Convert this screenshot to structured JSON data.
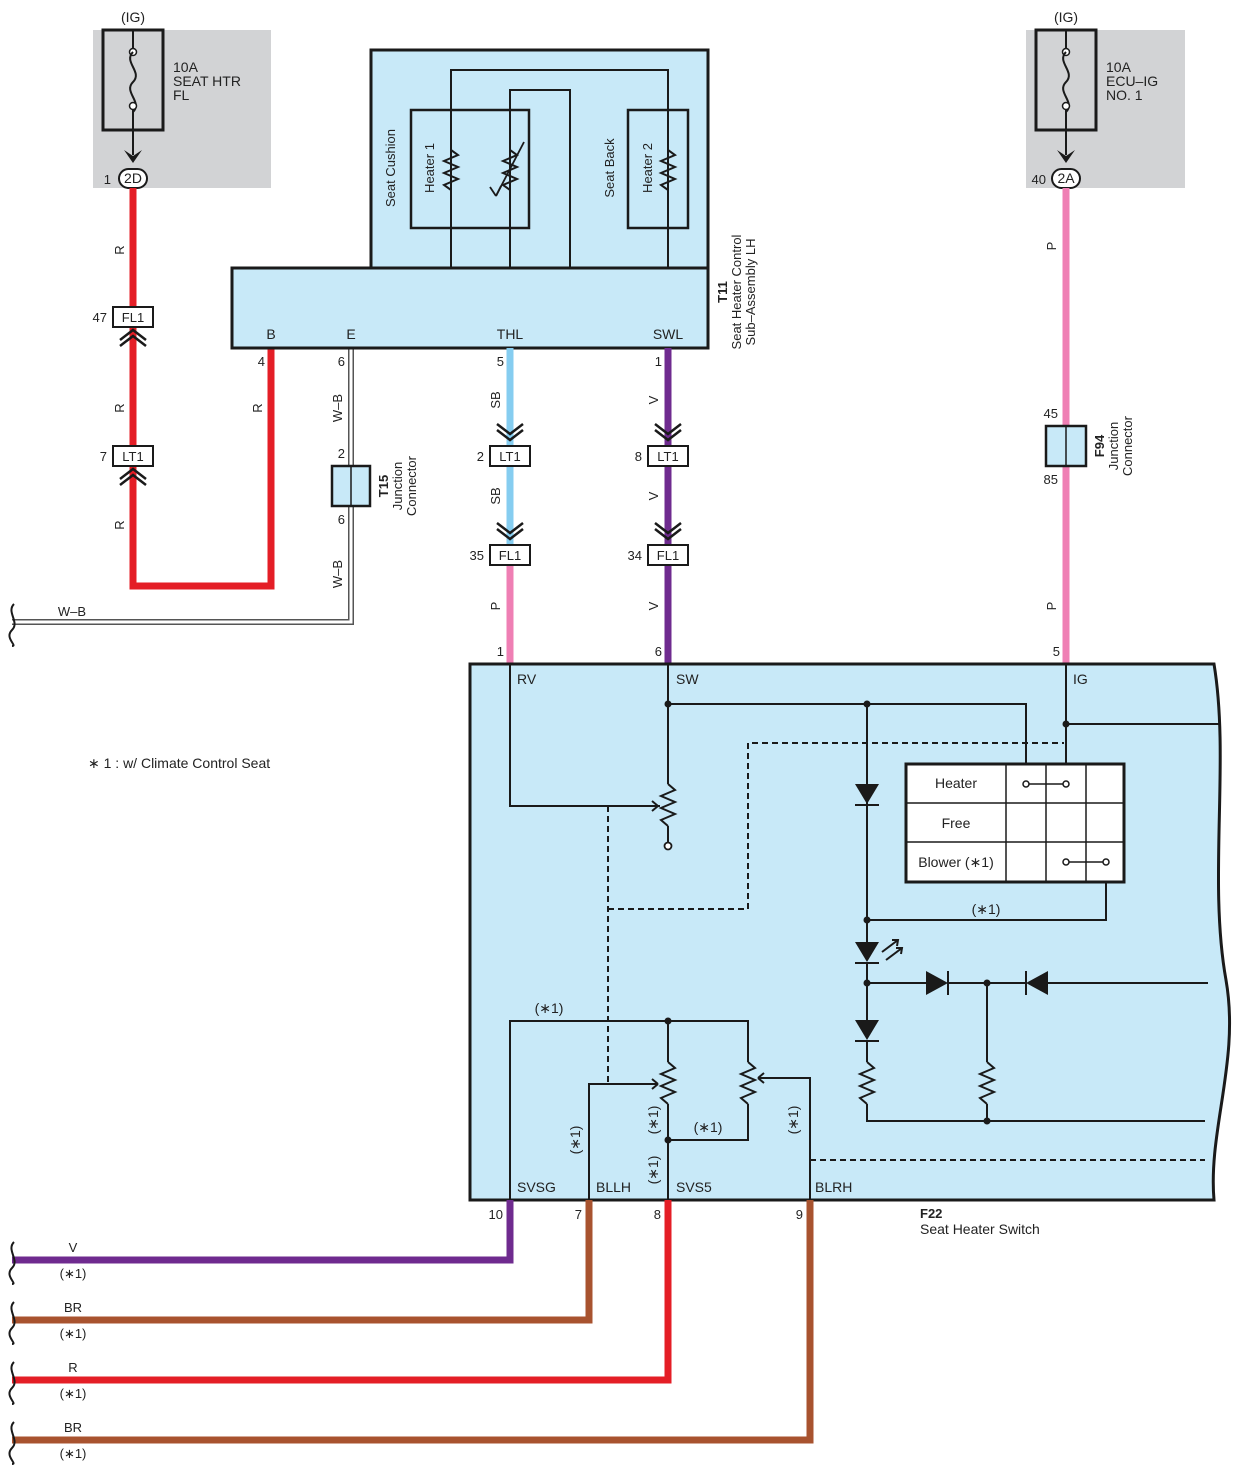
{
  "fuses": {
    "left": {
      "ig": "(IG)",
      "rating": "10A",
      "name1": "SEAT HTR",
      "name2": "FL",
      "pin": "1",
      "connector": "2D"
    },
    "right": {
      "ig": "(IG)",
      "rating": "10A",
      "name1": "ECU–IG",
      "name2": "NO. 1",
      "pin": "40",
      "connector": "2A"
    }
  },
  "seat_module": {
    "code": "T11",
    "name1": "Seat Heater Control",
    "name2": "Sub–Assembly LH",
    "seat_cushion": "Seat Cushion",
    "seat_back": "Seat Back",
    "heater1": "Heater 1",
    "heater2": "Heater 2",
    "terminals": {
      "b": "B",
      "e": "E",
      "thl": "THL",
      "swl": "SWL"
    },
    "pins": {
      "b": "4",
      "e": "6",
      "thl": "5",
      "swl": "1"
    }
  },
  "junction_t15": {
    "code": "T15",
    "name1": "Junction",
    "name2": "Connector",
    "pin_top": "2",
    "pin_bottom": "6"
  },
  "junction_f94": {
    "code": "F94",
    "name1": "Junction",
    "name2": "Connector",
    "pin_top": "45",
    "pin_bottom": "85"
  },
  "wires": {
    "red_r1": "R",
    "red_r2": "R",
    "red_r3": "R",
    "red_r4": "R",
    "wb1": "W–B",
    "wb2": "W–B",
    "wb3": "W–B",
    "sb1": "SB",
    "sb2": "SB",
    "p1": "P",
    "v1": "V",
    "v2": "V",
    "v3": "V",
    "p_right1": "P",
    "p_right2": "P"
  },
  "inline_connectors": {
    "fl1_47": {
      "pin": "47",
      "name": "FL1"
    },
    "lt1_7": {
      "pin": "7",
      "name": "LT1"
    },
    "lt1_2": {
      "pin": "2",
      "name": "LT1"
    },
    "fl1_35": {
      "pin": "35",
      "name": "FL1"
    },
    "lt1_8": {
      "pin": "8",
      "name": "LT1"
    },
    "fl1_34": {
      "pin": "34",
      "name": "FL1"
    }
  },
  "switch": {
    "code": "F22",
    "name": "Seat Heater Switch",
    "top_terminals": {
      "rv": "RV",
      "sw": "SW",
      "ig": "IG"
    },
    "top_pins": {
      "rv": "1",
      "sw": "6",
      "ig": "5"
    },
    "bottom_terminals": {
      "svsg": "SVSG",
      "bllh": "BLLH",
      "svs5": "SVS5",
      "blrh": "BLRH"
    },
    "bottom_pins": {
      "svsg": "10",
      "bllh": "7",
      "svs5": "8",
      "blrh": "9"
    },
    "modes": [
      "Heater",
      "Free",
      "Blower (∗1)"
    ],
    "note1": "(∗1)",
    "note2": "(∗1)",
    "note3": "(∗1)",
    "note4": "(∗1)",
    "note5": "(∗1)",
    "note6": "(∗1)",
    "note7": "(∗1)"
  },
  "footnote": "∗ 1 : w/ Climate Control Seat",
  "outputs": [
    {
      "color_code": "V",
      "note": "(∗1)",
      "color": "#6f2b8f"
    },
    {
      "color_code": "BR",
      "note": "(∗1)",
      "color": "#a8532f"
    },
    {
      "color_code": "R",
      "note": "(∗1)",
      "color": "#e41e26"
    },
    {
      "color_code": "BR",
      "note": "(∗1)",
      "color": "#a8532f"
    }
  ],
  "colors": {
    "red": "#e41e26",
    "pink": "#ef7fb4",
    "sky": "#86cdf0",
    "violet": "#6f2b8f",
    "brown": "#a8532f",
    "module": "#c8e9f8",
    "fusebox": "#d2d3d5"
  }
}
